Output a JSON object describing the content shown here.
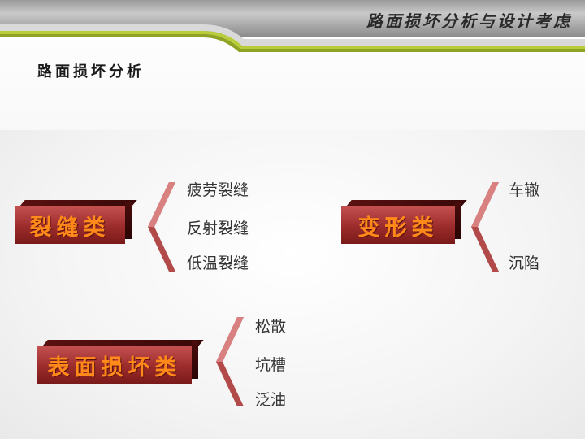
{
  "header": {
    "title": "路面损坏分析与设计考虑"
  },
  "page": {
    "title": "路面损坏分析"
  },
  "groups": [
    {
      "label": "裂缝类",
      "items": [
        "疲劳裂缝",
        "反射裂缝",
        "低温裂缝"
      ]
    },
    {
      "label": "变形类",
      "items": [
        "车辙",
        "沉陷"
      ]
    },
    {
      "label": "表面损坏类",
      "items": [
        "松散",
        "坑槽",
        "泛油"
      ]
    }
  ],
  "colors": {
    "box_fill": "#9b2b2b",
    "box_text": "#ff8a1a",
    "bracket": "#b24a4a",
    "item_text": "#333333"
  }
}
